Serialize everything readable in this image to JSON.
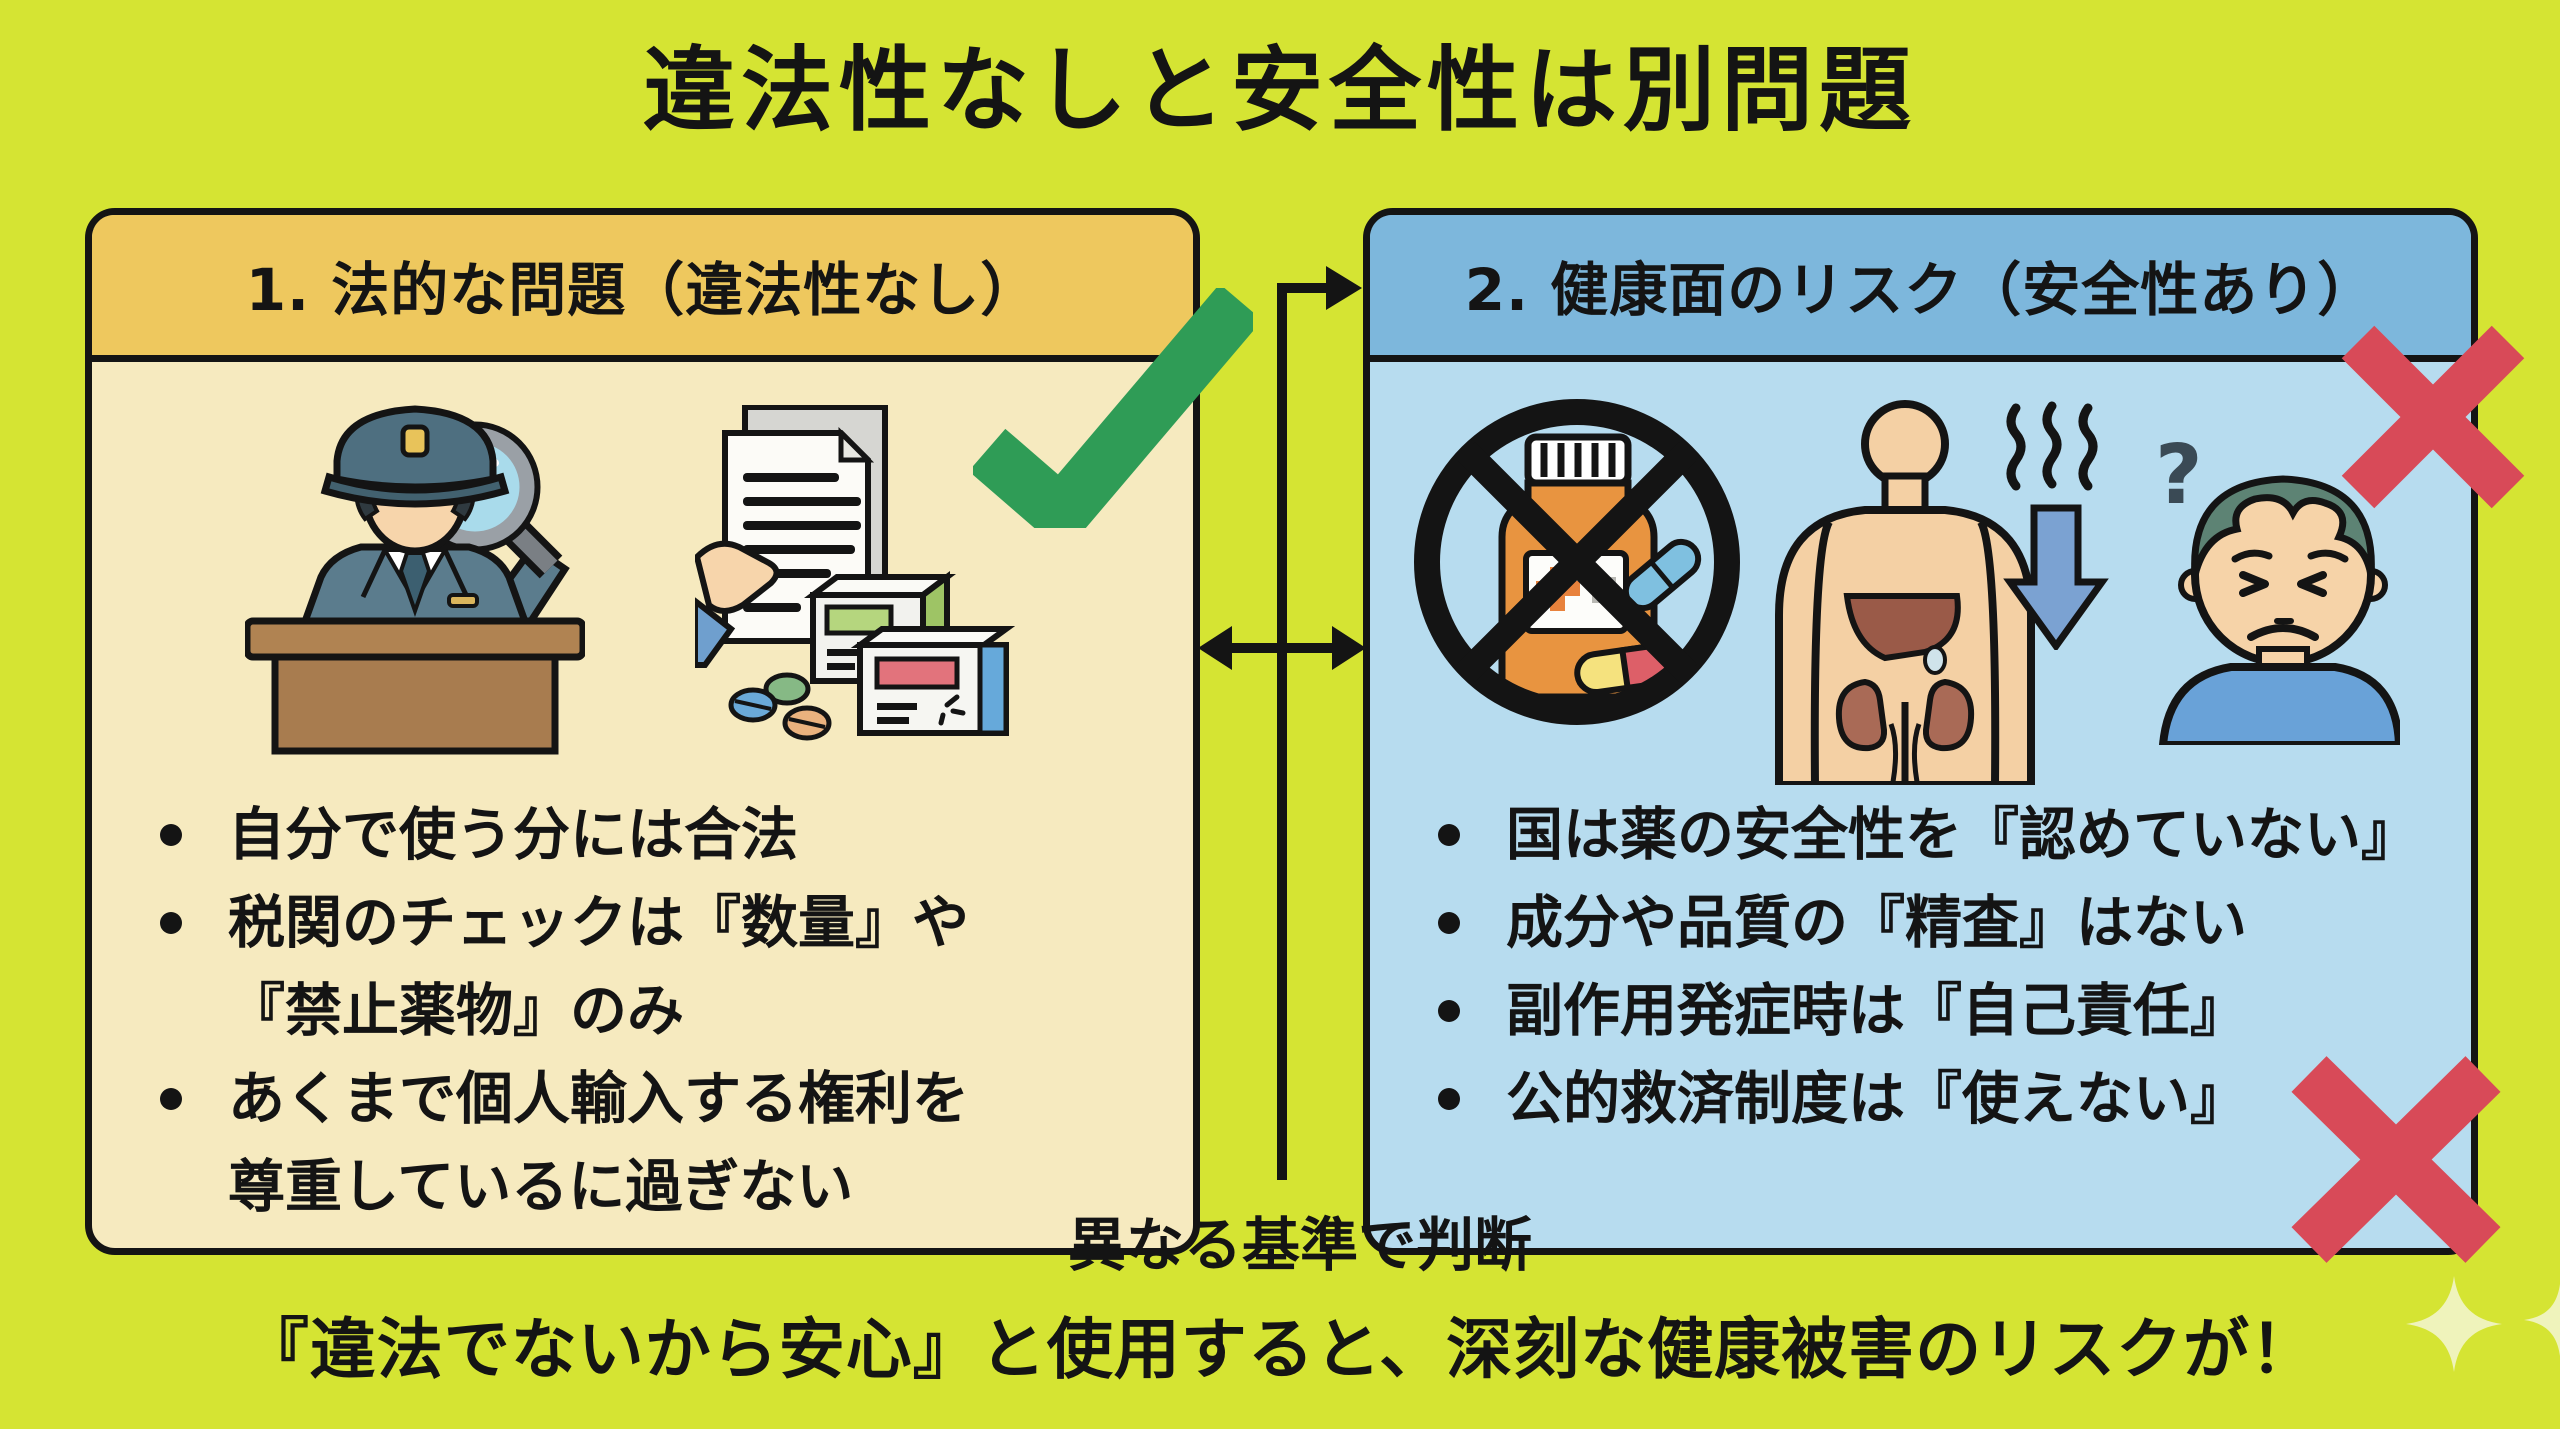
{
  "title": "違法性なしと安全性は別問題",
  "left_panel": {
    "header": "1. 法的な問題（違法性なし）",
    "bullets": [
      "自分で使う分には合法",
      "税関のチェックは『数量』や\n『禁止薬物』のみ",
      "あくまで個人輸入する権利を\n尊重しているに過ぎない"
    ],
    "status_icon": "green-checkmark",
    "illustrations": [
      "customs-officer-with-magnifier-at-desk",
      "hand-holding-documents",
      "medicine-boxes",
      "pills"
    ]
  },
  "right_panel": {
    "header": "2. 健康面のリスク（安全性あり）",
    "bullets": [
      "国は薬の安全性を『認めていない』",
      "成分や品質の『精査』はない",
      "副作用発症時は『自己責任』",
      "公的救済制度は『使えない』"
    ],
    "status_icon": "red-cross",
    "illustrations": [
      "prohibited-medicine-bottle",
      "human-body-with-organs",
      "declining-health-arrow",
      "sick-person"
    ],
    "icon_labels": {
      "question_mark": "?"
    }
  },
  "connector": {
    "label": "異なる基準で判断"
  },
  "footer": "『違法でないから安心』と使用すると、深刻な健康被害のリスクが！",
  "colors": {
    "background": "#d5e433",
    "left_header": "#eec85e",
    "left_body": "#f6eabf",
    "right_header": "#7db7dc",
    "right_body": "#b7dcef",
    "check_green": "#2f9c56",
    "cross_red": "#d84a58",
    "outline": "#141414"
  }
}
